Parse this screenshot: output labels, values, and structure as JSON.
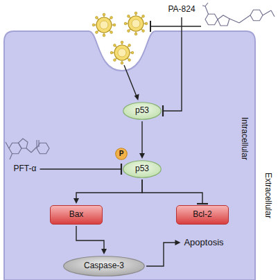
{
  "diagram": {
    "nodes": [
      {
        "text": [
          "PA-824"
        ]
      },
      {
        "text": [
          "PFT-α"
        ]
      },
      {
        "text": [
          "p53"
        ]
      },
      {
        "text": [
          "P"
        ]
      },
      {
        "text": [
          "p53"
        ]
      },
      {
        "text": [
          "Bax"
        ]
      },
      {
        "text": [
          "Bcl-2"
        ]
      },
      {
        "text": [
          "Caspase-3"
        ]
      },
      {
        "text": [
          "Apoptosis"
        ]
      }
    ],
    "edges": [
      {
        "from": 0,
        "to": 2,
        "arrow": "to"
      },
      {
        "from": 1,
        "to": 4,
        "arrow": "to"
      },
      {
        "from": 2,
        "to": 4,
        "arrow": "to"
      },
      {
        "from": 4,
        "to": 5,
        "arrow": "to"
      },
      {
        "from": 4,
        "to": 6,
        "arrow": "to"
      },
      {
        "from": 5,
        "to": 7,
        "arrow": "to"
      },
      {
        "from": 7,
        "to": 8,
        "arrow": "to"
      }
    ],
    "labels": [
      "Intracellular",
      "Extracellular"
    ]
  }
}
